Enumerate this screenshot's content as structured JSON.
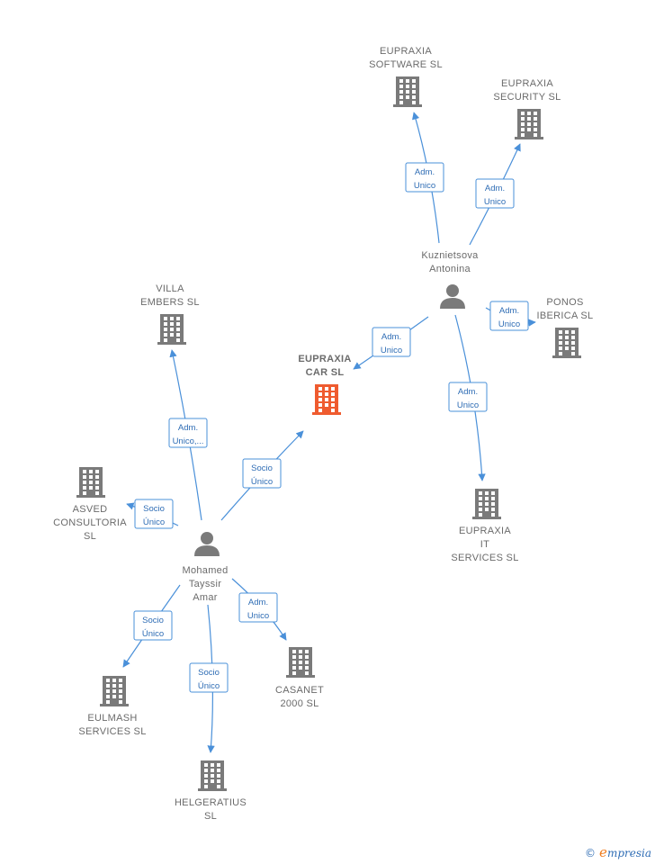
{
  "colors": {
    "company": "#7a7a7a",
    "focus_company": "#ef5b2f",
    "person": "#7a7a7a",
    "edge": "#4a90d9"
  },
  "nodes": [
    {
      "id": "eupraxia-software",
      "kind": "company",
      "label": [
        "EUPRAXIA",
        "SOFTWARE  SL"
      ]
    },
    {
      "id": "eupraxia-security",
      "kind": "company",
      "label": [
        "EUPRAXIA",
        "SECURITY  SL"
      ]
    },
    {
      "id": "kuznietsova",
      "kind": "person",
      "label": [
        "Kuznietsova",
        "Antonina"
      ]
    },
    {
      "id": "ponos",
      "kind": "company",
      "label": [
        "PONOS",
        "IBERICA  SL"
      ]
    },
    {
      "id": "villa-embers",
      "kind": "company",
      "label": [
        "VILLA",
        "EMBERS  SL"
      ]
    },
    {
      "id": "eupraxia-car",
      "kind": "company",
      "focus": true,
      "label": [
        "EUPRAXIA",
        "CAR  SL"
      ]
    },
    {
      "id": "eupraxia-it",
      "kind": "company",
      "label": [
        "EUPRAXIA",
        "IT",
        "SERVICES  SL"
      ]
    },
    {
      "id": "asved",
      "kind": "company",
      "label": [
        "ASVED",
        "CONSULTORIA",
        "SL"
      ]
    },
    {
      "id": "mohamed",
      "kind": "person",
      "label": [
        "Mohamed",
        "Tayssir",
        "Amar"
      ]
    },
    {
      "id": "casanet",
      "kind": "company",
      "label": [
        "CASANET",
        "2000 SL"
      ]
    },
    {
      "id": "eulmash",
      "kind": "company",
      "label": [
        "EULMASH",
        "SERVICES  SL"
      ]
    },
    {
      "id": "helgeratius",
      "kind": "company",
      "label": [
        "HELGERATIUS",
        "SL"
      ]
    }
  ],
  "edges": [
    {
      "from": "kuznietsova",
      "to": "eupraxia-software",
      "label": [
        "Adm.",
        "Unico"
      ]
    },
    {
      "from": "kuznietsova",
      "to": "eupraxia-security",
      "label": [
        "Adm.",
        "Unico"
      ]
    },
    {
      "from": "kuznietsova",
      "to": "ponos",
      "label": [
        "Adm.",
        "Unico"
      ]
    },
    {
      "from": "kuznietsova",
      "to": "eupraxia-car",
      "label": [
        "Adm.",
        "Unico"
      ]
    },
    {
      "from": "kuznietsova",
      "to": "eupraxia-it",
      "label": [
        "Adm.",
        "Unico"
      ]
    },
    {
      "from": "mohamed",
      "to": "villa-embers",
      "label": [
        "Adm.",
        "Unico,..."
      ]
    },
    {
      "from": "mohamed",
      "to": "eupraxia-car",
      "label": [
        "Socio",
        "Único"
      ]
    },
    {
      "from": "mohamed",
      "to": "asved",
      "label": [
        "Socio",
        "Único"
      ]
    },
    {
      "from": "mohamed",
      "to": "casanet",
      "label": [
        "Adm.",
        "Unico"
      ]
    },
    {
      "from": "mohamed",
      "to": "eulmash",
      "label": [
        "Socio",
        "Único"
      ]
    },
    {
      "from": "mohamed",
      "to": "helgeratius",
      "label": [
        "Socio",
        "Único"
      ]
    }
  ],
  "watermark": {
    "symbol": "©",
    "initial": "e",
    "rest": "mpresia"
  }
}
